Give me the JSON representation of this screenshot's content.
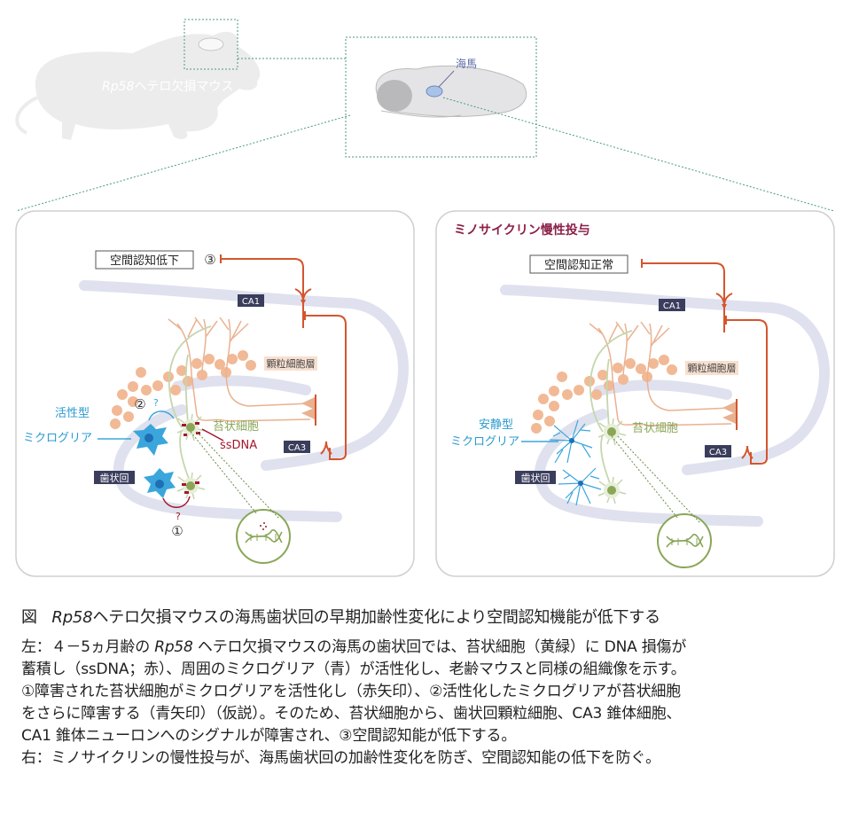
{
  "top": {
    "mouse_label_italic": "Rp58",
    "mouse_label": "ヘテロ欠損マウス",
    "hippocampus_label": "海馬"
  },
  "left_panel": {
    "cognition_box": "空間認知低下",
    "step3": "③",
    "ca1": "CA1",
    "ca3": "CA3",
    "granule_layer": "顆粒細胞層",
    "mossy_cell": "苔状細胞",
    "ssdna": "ssDNA",
    "microglia_line1": "活性型",
    "microglia_line2": "ミクログリア",
    "dentate": "歯状回",
    "step1": "①",
    "step2": "②",
    "question": "?"
  },
  "right_panel": {
    "title": "ミノサイクリン慢性投与",
    "cognition_box": "空間認知正常",
    "ca1": "CA1",
    "ca3": "CA3",
    "granule_layer": "顆粒細胞層",
    "mossy_cell": "苔状細胞",
    "microglia_line1": "安静型",
    "microglia_line2": "ミクログリア",
    "dentate": "歯状回"
  },
  "colors": {
    "band": "#dfe1ee",
    "granule": "#f1b995",
    "axon": "#d4552e",
    "mossy": "#8aa657",
    "microglia": "#3aa6dc",
    "ssdna": "#a3182c",
    "label_box": "#3a3d5c",
    "title": "#8a1f47"
  },
  "caption": {
    "title_prefix": "図",
    "title_italic": "Rp58",
    "title_rest": "ヘテロ欠損マウスの海馬歯状回の早期加齢性変化により空間認知機能が低下する",
    "line1_a": "左：４－5ヵ月齢の",
    "line1_italic": "Rp58",
    "line1_b": "ヘテロ欠損マウスの海馬の歯状回では、苔状細胞（黄緑）に DNA 損傷が",
    "line2": "蓄積し（ssDNA；赤）、周囲のミクログリア（青）が活性化し、老齢マウスと同様の組織像を示す。",
    "line3": "①障害された苔状細胞がミクログリアを活性化し（赤矢印）、②活性化したミクログリアが苔状細胞",
    "line4": "をさらに障害する（青矢印）（仮説）。そのため、苔状細胞から、歯状回顆粒細胞、CA3 錐体細胞、",
    "line5": "CA1 錐体ニューロンへのシグナルが障害され、③空間認知能が低下する。",
    "line6": "右：ミノサイクリンの慢性投与が、海馬歯状回の加齢性変化を防ぎ、空間認知能の低下を防ぐ。"
  }
}
